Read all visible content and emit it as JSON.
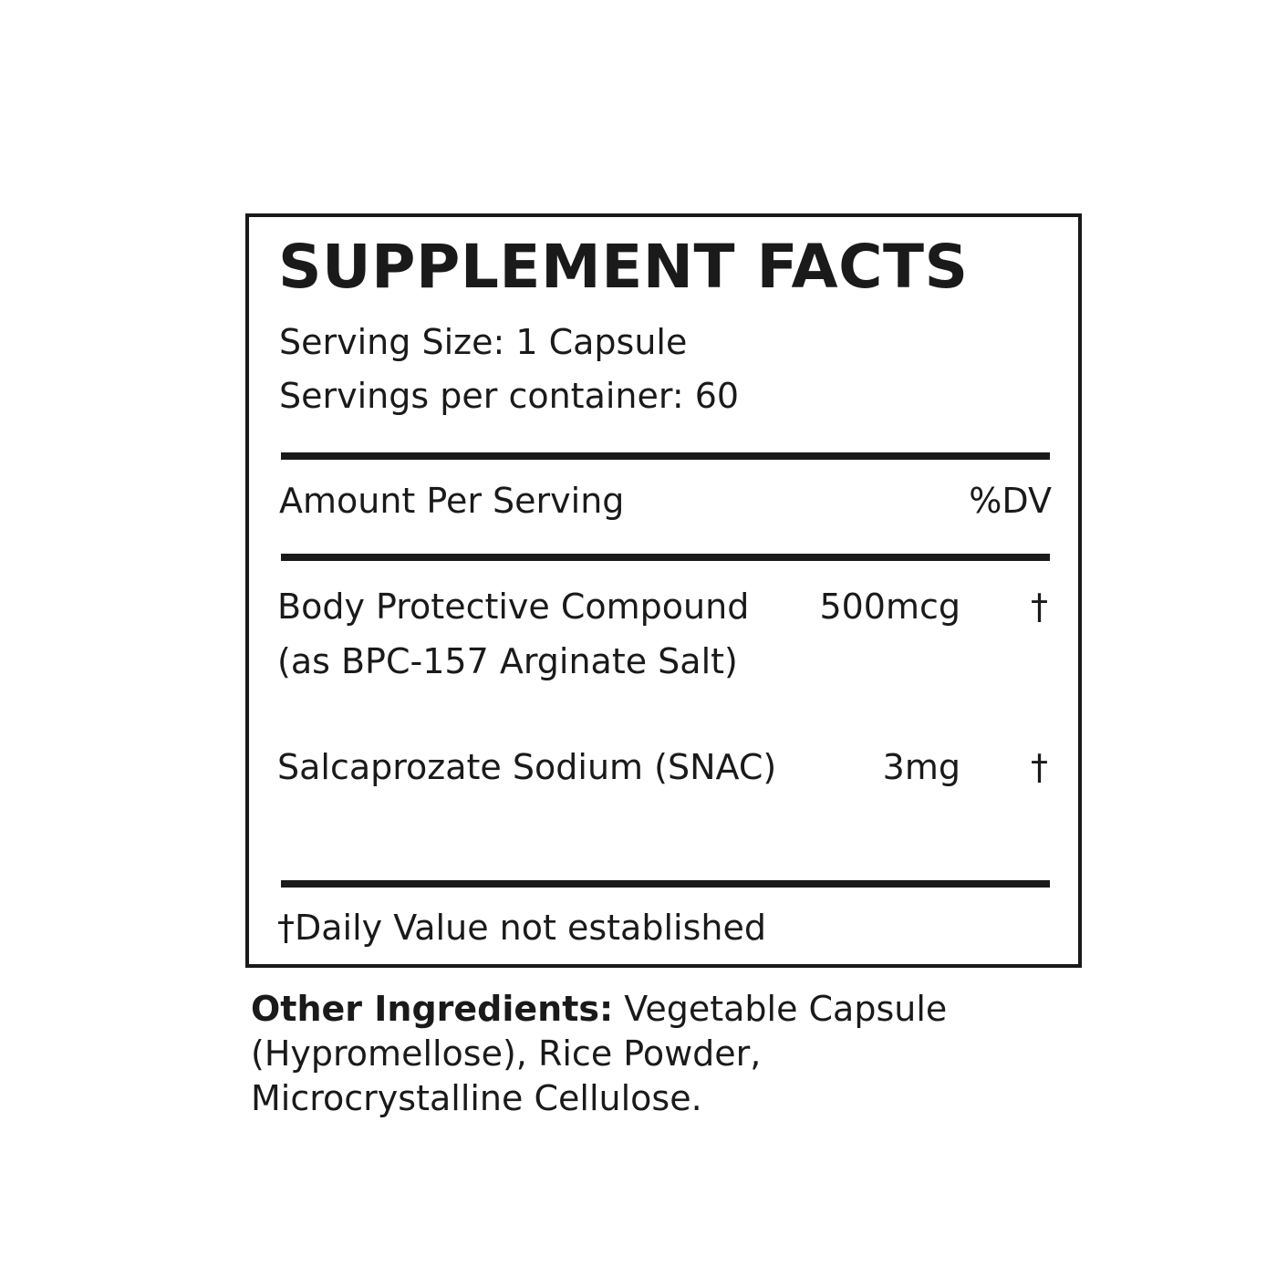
{
  "title": "SUPPLEMENT FACTS",
  "serving_size": "Serving Size: 1 Capsule",
  "servings_per_container": "Servings per container: 60",
  "header": {
    "amount": "Amount Per Serving",
    "dv": "%DV"
  },
  "ingredients": [
    {
      "name_line1": "Body Protective Compound",
      "name_line2": "(as BPC-157 Arginate Salt)",
      "amount": "500mcg",
      "dv": "†"
    },
    {
      "name_line1": "Salcaprozate Sodium (SNAC)",
      "amount": "3mg",
      "dv": "†"
    }
  ],
  "footnote": "†Daily Value not established",
  "other_ingredients": {
    "label": "Other Ingredients:",
    "text": " Vegetable Capsule (Hypromellose), Rice Powder, Microcrystalline Cellulose."
  },
  "colors": {
    "ink": "#1a1a1a",
    "background": "#ffffff"
  }
}
